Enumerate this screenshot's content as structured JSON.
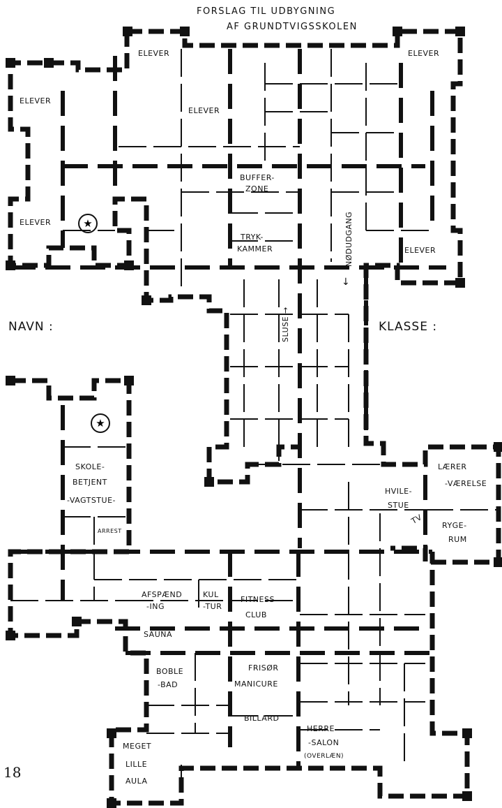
{
  "title_line1": "FORSLAG TIL UDBYGNING",
  "title_line2": "AF GRUNDTVIGSSKOLEN",
  "form": {
    "name_label": "NAVN :",
    "class_label": "KLASSE :"
  },
  "rooms": {
    "elever_top_left": "ELEVER",
    "elever_left_upper": "ELEVER",
    "elever_center": "ELEVER",
    "elever_top_right": "ELEVER",
    "elever_left_lower": "ELEVER",
    "elever_right_lower": "ELEVER",
    "bufferzone_1": "BUFFER-",
    "bufferzone_2": "ZONE",
    "trykkammer_1": "TRYK-",
    "trykkammer_2": "KAMMER",
    "sluse": "SLUSE →",
    "noedudgang": "NØDUDGANG",
    "noedudgang_arrow": "↓",
    "skolebetjent_1": "SKOLE-",
    "skolebetjent_2": "BETJENT",
    "skolebetjent_3": "-VAGTSTUE-",
    "arrest": "ARREST",
    "hvilestue_1": "HVILE-",
    "hvilestue_2": "STUE",
    "tv": "TV",
    "laerer_1": "LÆRER",
    "laerer_2": "-VÆRELSE",
    "rygerum_1": "RYGE-",
    "rygerum_2": "RUM",
    "afspaending_1": "AFSPÆND",
    "afspaending_2": "-ING",
    "kultur_1": "KUL",
    "kultur_2": "-TUR",
    "fitness_1": "FITNESS",
    "fitness_2": "CLUB",
    "sauna": "SAUNA",
    "boblebad_1": "BOBLE",
    "boblebad_2": "-BAD",
    "frisoer_1": "FRISØR",
    "frisoer_2": "MANICURE",
    "billard": "BILLARD",
    "herresalon_1": "HERRE",
    "herresalon_2": "-SALON",
    "herresalon_3": "(OVERLÆN)",
    "aula_1": "MEGET",
    "aula_2": "LILLE",
    "aula_3": "AULA"
  },
  "star_symbol": "★",
  "page_number": "18"
}
